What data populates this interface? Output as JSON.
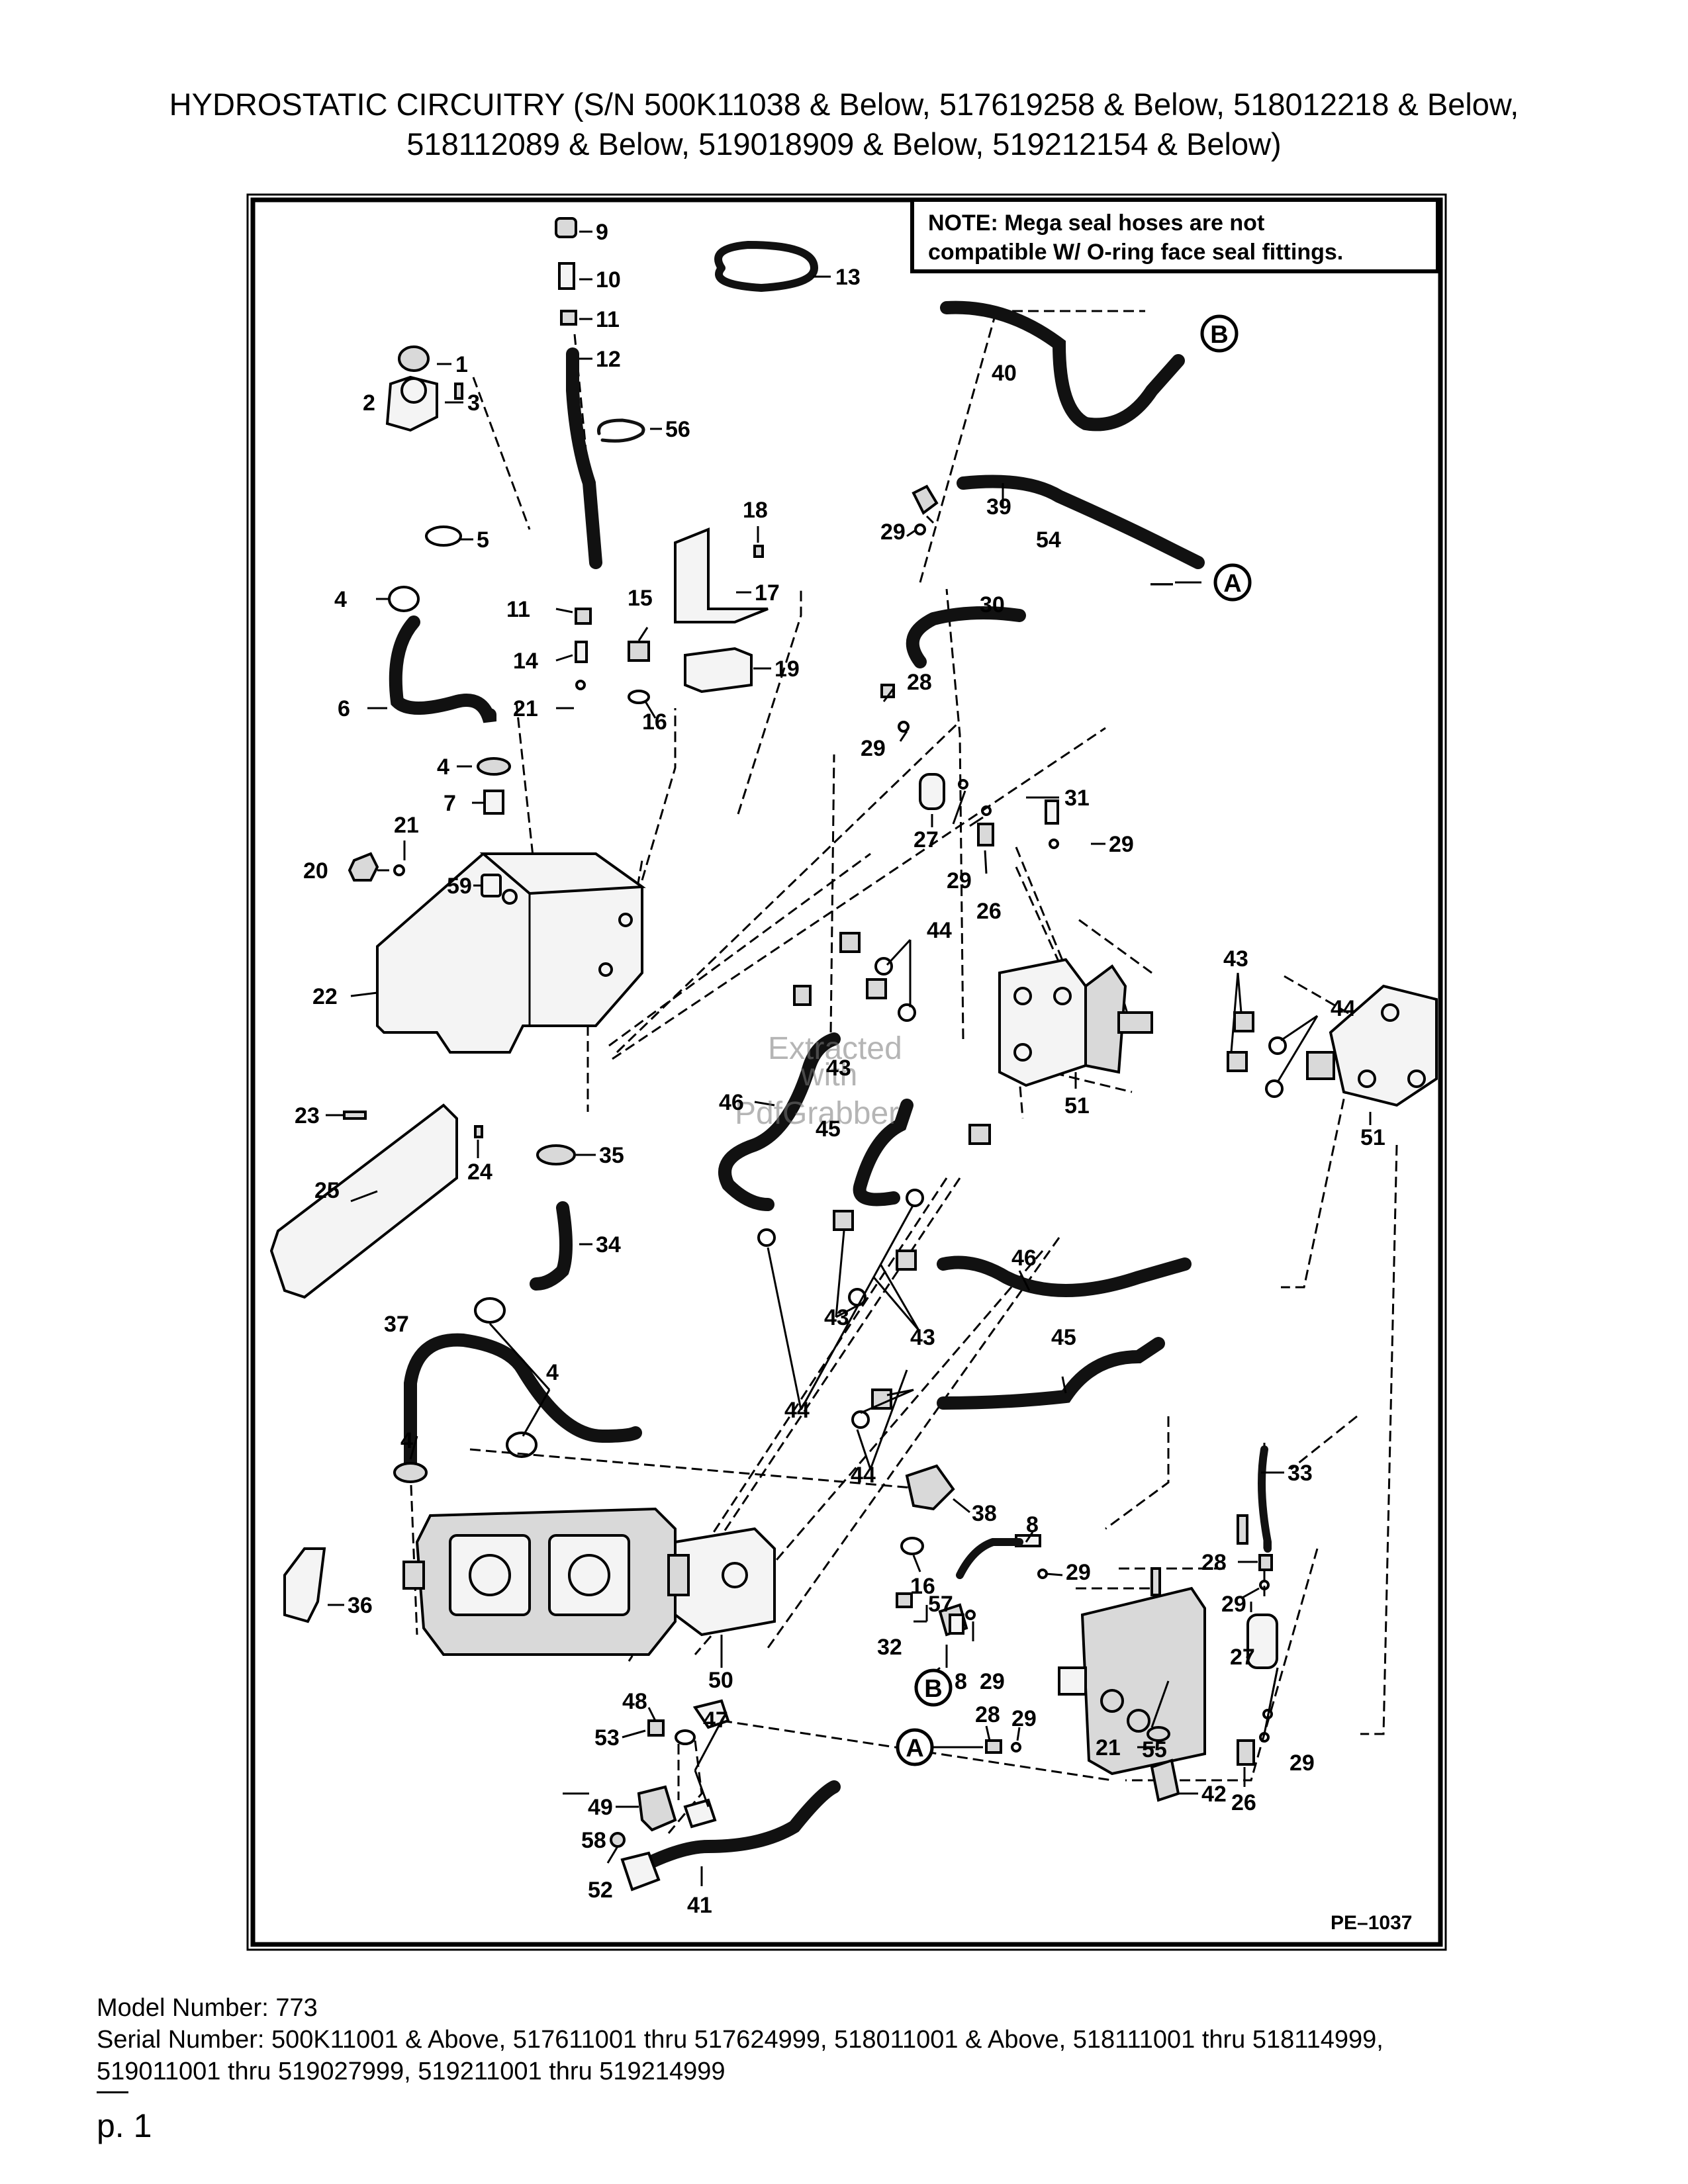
{
  "header": {
    "title_line1": "HYDROSTATIC CIRCUITRY (S/N 500K11038 & Below, 517619258 & Below, 518012218 & Below,",
    "title_line2": "518112089 & Below, 519018909 & Below, 519212154 & Below)"
  },
  "diagram": {
    "note_bold": "NOTE:",
    "note_line1": " Mega seal hoses are not",
    "note_line2": "compatible W/ O-ring face seal fittings.",
    "drawing_code": "PE–1037",
    "connector_a": "A",
    "connector_b": "B",
    "watermark_line1": "Extracted",
    "watermark_line2": "with",
    "watermark_line3": "PdfGrabber",
    "callouts": [
      "1",
      "2",
      "3",
      "4",
      "5",
      "6",
      "7",
      "8",
      "9",
      "10",
      "11",
      "12",
      "13",
      "14",
      "15",
      "16",
      "17",
      "18",
      "19",
      "20",
      "21",
      "22",
      "23",
      "24",
      "25",
      "26",
      "27",
      "28",
      "29",
      "30",
      "31",
      "32",
      "33",
      "34",
      "35",
      "36",
      "37",
      "38",
      "39",
      "40",
      "41",
      "42",
      "43",
      "44",
      "45",
      "46",
      "47",
      "48",
      "49",
      "50",
      "51",
      "52",
      "53",
      "54",
      "55",
      "56",
      "57",
      "58",
      "59"
    ]
  },
  "footer": {
    "model": "Model Number: 773",
    "serial_line1": "Serial Number: 500K11001 & Above, 517611001 thru 517624999, 518011001 & Above, 518111001 thru 518114999,",
    "serial_line2": "519011001 thru 519027999, 519211001 thru 519214999",
    "page": "p. 1"
  }
}
